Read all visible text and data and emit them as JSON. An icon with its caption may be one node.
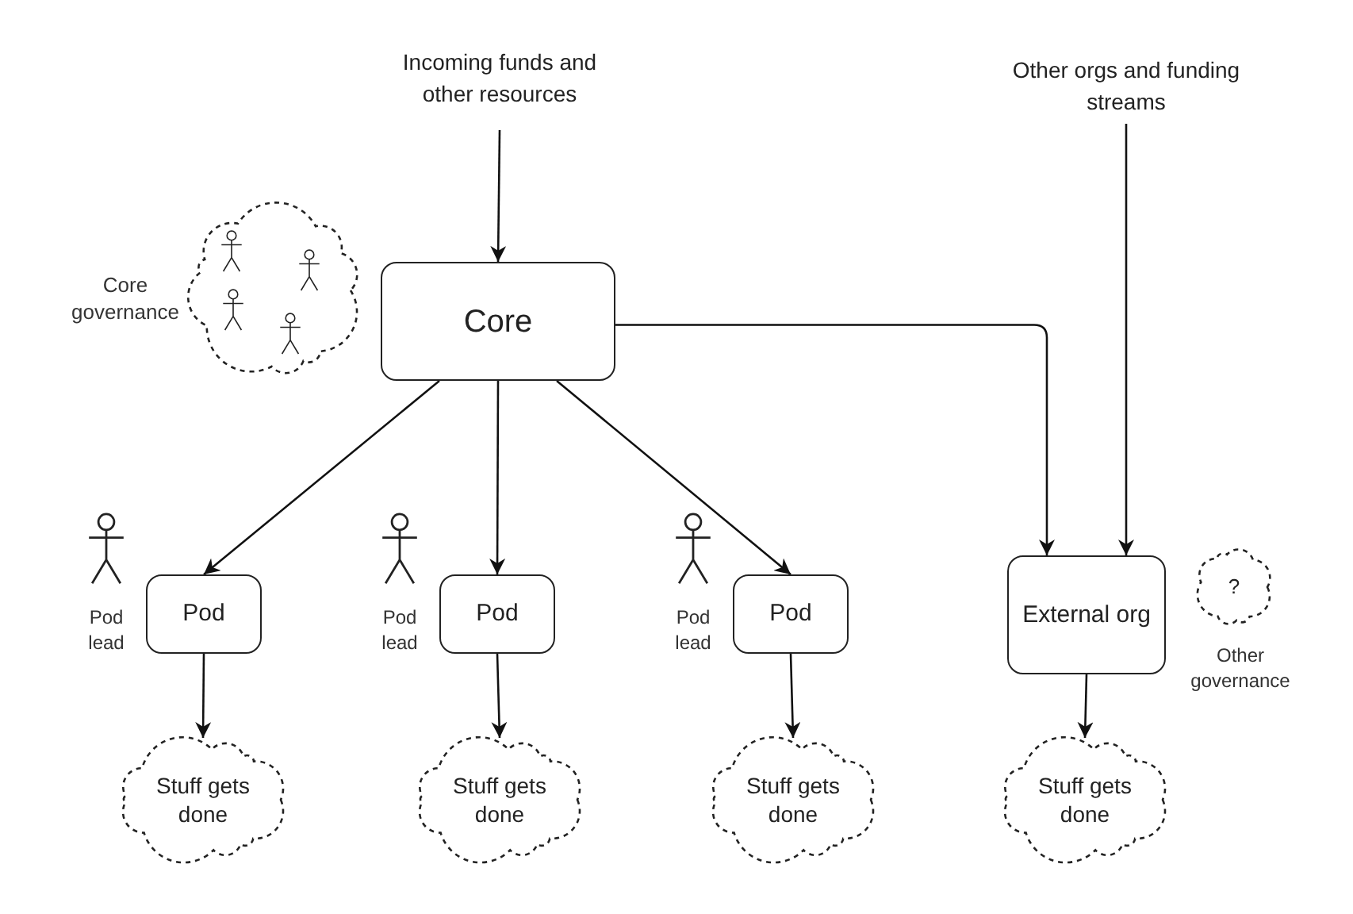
{
  "diagram": {
    "nodes": [
      {
        "text": [
          "Incoming funds and other resources"
        ]
      },
      {
        "text": [
          "Other orgs and funding streams"
        ]
      },
      {
        "text": [
          "Core"
        ]
      },
      {
        "text": [],
        "shape": "cloud",
        "beside": [
          "Core governance"
        ]
      },
      {
        "text": [
          "Pod"
        ],
        "beside": [
          "Pod lead"
        ]
      },
      {
        "text": [
          "Pod"
        ],
        "beside": [
          "Pod lead"
        ]
      },
      {
        "text": [
          "Pod"
        ],
        "beside": [
          "Pod lead"
        ]
      },
      {
        "text": [
          "External org"
        ]
      },
      {
        "text": [
          "?"
        ],
        "beside": [
          "Other governance"
        ]
      },
      {
        "text": [
          "Stuff gets done"
        ]
      },
      {
        "text": [
          "Stuff gets done"
        ]
      },
      {
        "text": [
          "Stuff gets done"
        ]
      },
      {
        "text": [
          "Stuff gets done"
        ]
      }
    ],
    "edges": [
      {
        "from": 0,
        "to": 2,
        "arrow": "to"
      },
      {
        "from": 2,
        "to": 4,
        "arrow": "to"
      },
      {
        "from": 2,
        "to": 5,
        "arrow": "to"
      },
      {
        "from": 2,
        "to": 6,
        "arrow": "to"
      },
      {
        "from": 2,
        "to": 7,
        "arrow": "to"
      },
      {
        "from": 1,
        "to": 7,
        "arrow": "to"
      },
      {
        "from": 4,
        "to": 9,
        "arrow": "to"
      },
      {
        "from": 5,
        "to": 10,
        "arrow": "to"
      },
      {
        "from": 6,
        "to": 11,
        "arrow": "to"
      },
      {
        "from": 7,
        "to": 12,
        "arrow": "to"
      }
    ]
  }
}
